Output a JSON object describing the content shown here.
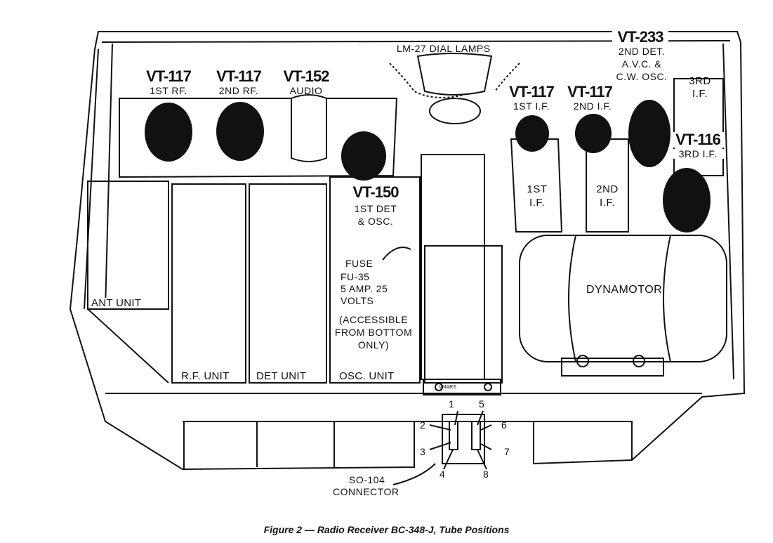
{
  "labels": {
    "dial_lamps": "LM-27 DIAL LAMPS",
    "vt117_1": {
      "name": "VT-117",
      "desc": "1ST RF."
    },
    "vt117_2": {
      "name": "VT-117",
      "desc": "2ND RF."
    },
    "vt152": {
      "name": "VT-152",
      "desc": "AUDIO"
    },
    "vt150": {
      "name": "VT-150",
      "desc1": "1ST DET",
      "desc2": "& OSC."
    },
    "vt117_if1": {
      "name": "VT-117",
      "desc": "1ST I.F."
    },
    "vt117_if2": {
      "name": "VT-117",
      "desc": "2ND I.F."
    },
    "vt233": {
      "name": "VT-233",
      "desc1": "2ND DET.",
      "desc2": "A.V.C. &",
      "desc3": "C.W. OSC."
    },
    "third_if": {
      "line1": "3RD",
      "line2": "I.F."
    },
    "vt116": {
      "name": "VT-116",
      "desc": "3RD I.F."
    },
    "if1_can": {
      "line1": "1ST",
      "line2": "I.F."
    },
    "if2_can": {
      "line1": "2ND",
      "line2": "I.F."
    },
    "dynamotor": "DYNAMOTOR",
    "fuse": {
      "l1": "FUSE",
      "l2": "FU-35",
      "l3": "5 AMP. 25",
      "l4": "VOLTS"
    },
    "accessible": {
      "l1": "(ACCESSIBLE",
      "l2": "FROM BOTTOM",
      "l3": "ONLY)"
    },
    "ant_unit": "ANT UNIT",
    "rf_unit": "R.F. UNIT",
    "det_unit": "DET UNIT",
    "osc_unit": "OSC. UNIT",
    "connector": {
      "l1": "SO-104",
      "l2": "CONNECTOR"
    },
    "pins": [
      "1",
      "2",
      "3",
      "4",
      "5",
      "6",
      "7",
      "8"
    ],
    "vmars": "VMARS"
  },
  "caption": "Figure 2 — Radio Receiver BC-348-J, Tube Positions"
}
